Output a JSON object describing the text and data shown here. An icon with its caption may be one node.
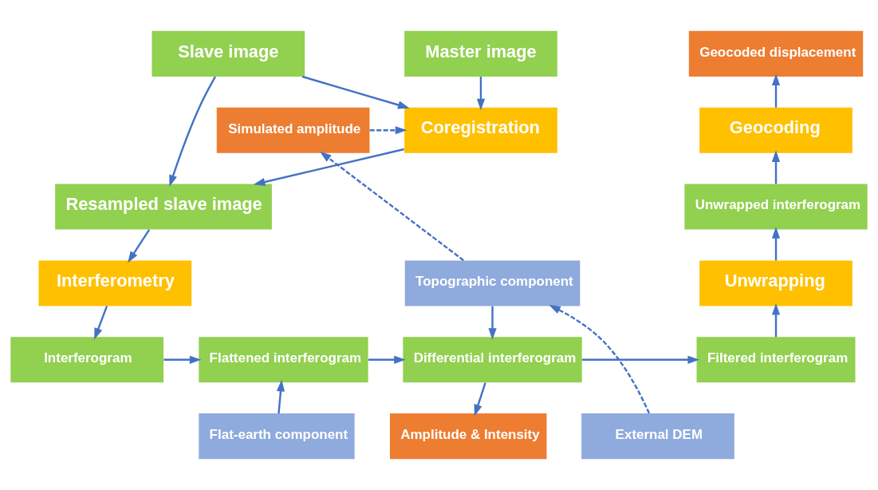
{
  "diagram": {
    "nodes": [
      {
        "text": [
          "Master image"
        ]
      },
      {
        "text": [
          "Slave image"
        ]
      },
      {
        "text": [
          "Coregistration"
        ]
      },
      {
        "text": [
          "Simulated amplitude"
        ]
      },
      {
        "text": [
          "Resampled slave image"
        ]
      },
      {
        "text": [
          "Interferometry"
        ]
      },
      {
        "text": [
          "Interferogram"
        ]
      },
      {
        "text": [
          "Flattened interferogram"
        ]
      },
      {
        "text": [
          "Topographic component"
        ]
      },
      {
        "text": [
          "Differential interferogram"
        ]
      },
      {
        "text": [
          "Filtered interferogram"
        ]
      },
      {
        "text": [
          "Unwrapping"
        ]
      },
      {
        "text": [
          "Unwrapped interferogram"
        ]
      },
      {
        "text": [
          "Geocoding"
        ]
      },
      {
        "text": [
          "Geocoded displacement"
        ]
      },
      {
        "text": [
          "Flat-earth component"
        ]
      },
      {
        "text": [
          "External DEM"
        ]
      },
      {
        "text": [
          "Amplitude & Intensity"
        ]
      }
    ],
    "edges": [
      {
        "from": 0,
        "to": 2,
        "arrow": "to"
      },
      {
        "from": 1,
        "to": 2,
        "arrow": "to"
      },
      {
        "from": 1,
        "to": 4,
        "arrow": "to"
      },
      {
        "from": 3,
        "to": 2,
        "arrow": "to",
        "style": "dashed"
      },
      {
        "from": 2,
        "to": 4,
        "arrow": "to"
      },
      {
        "from": 4,
        "to": 5,
        "arrow": "to"
      },
      {
        "from": 5,
        "to": 6,
        "arrow": "to"
      },
      {
        "from": 6,
        "to": 7,
        "arrow": "to"
      },
      {
        "from": 15,
        "to": 7,
        "arrow": "to"
      },
      {
        "from": 7,
        "to": 9,
        "arrow": "to"
      },
      {
        "from": 8,
        "to": 9,
        "arrow": "to"
      },
      {
        "from": 8,
        "to": 3,
        "arrow": "to",
        "style": "dashed"
      },
      {
        "from": 16,
        "to": 8,
        "arrow": "to",
        "style": "dashed"
      },
      {
        "from": 9,
        "to": 10,
        "arrow": "to"
      },
      {
        "from": 9,
        "to": 17,
        "arrow": "to"
      },
      {
        "from": 10,
        "to": 11,
        "arrow": "to"
      },
      {
        "from": 11,
        "to": 12,
        "arrow": "to"
      },
      {
        "from": 12,
        "to": 13,
        "arrow": "to"
      },
      {
        "from": 13,
        "to": 14,
        "arrow": "to"
      }
    ]
  }
}
